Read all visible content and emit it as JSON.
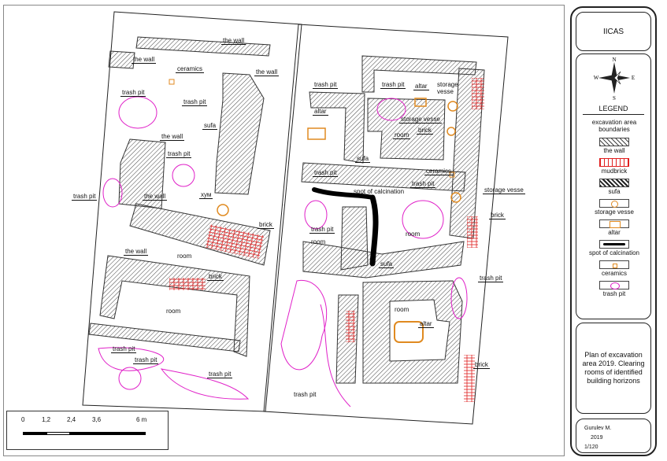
{
  "labels": [
    {
      "text": "the wall"
    },
    {
      "text": "the wall"
    },
    {
      "text": "ceramics"
    },
    {
      "text": "the wall"
    },
    {
      "text": "trash pit"
    },
    {
      "text": "trash pit"
    },
    {
      "text": "sufa"
    },
    {
      "text": "the wall"
    },
    {
      "text": "trash pit"
    },
    {
      "text": "trash pit"
    },
    {
      "text": "the wall"
    },
    {
      "text": "хум"
    },
    {
      "text": "brick"
    },
    {
      "text": "the wall"
    },
    {
      "text": "room"
    },
    {
      "text": "brick"
    },
    {
      "text": "room"
    },
    {
      "text": "trash pit"
    },
    {
      "text": "trash pit"
    },
    {
      "text": "trash pit"
    },
    {
      "text": "trash pit"
    },
    {
      "text": "trash pit"
    },
    {
      "text": "altar"
    },
    {
      "text": "storage vesse"
    },
    {
      "text": "altar"
    },
    {
      "text": "storage vesse"
    },
    {
      "text": "brick"
    },
    {
      "text": "room"
    },
    {
      "text": "sufa"
    },
    {
      "text": "trash pit"
    },
    {
      "text": "ceramics"
    },
    {
      "text": "spot of calcination"
    },
    {
      "text": "trash pit"
    },
    {
      "text": "storage vesse"
    },
    {
      "text": "trash pit"
    },
    {
      "text": "brick"
    },
    {
      "text": "room"
    },
    {
      "text": "room"
    },
    {
      "text": "sufa"
    },
    {
      "text": "trash pit"
    },
    {
      "text": "room"
    },
    {
      "text": "altar"
    },
    {
      "text": "brick"
    },
    {
      "text": "trash pit"
    }
  ],
  "scale": {
    "ticks": [
      "0",
      "1,2",
      "2,4",
      "3,6",
      "6 m"
    ]
  },
  "sidebar": {
    "org": "IICAS",
    "compass": {
      "n": "N",
      "e": "E",
      "s": "S",
      "w": "W"
    },
    "legend_title": "LEGEND",
    "legend": [
      {
        "label": "excavation area boundaries",
        "swatch": "boundary"
      },
      {
        "label": "the wall",
        "swatch": "wall"
      },
      {
        "label": "mudbrick",
        "swatch": "mudbrick"
      },
      {
        "label": "sufa",
        "swatch": "sufa"
      },
      {
        "label": "storage vesse",
        "swatch": "vessel"
      },
      {
        "label": "altar",
        "swatch": "altar"
      },
      {
        "label": "spot of calcination",
        "swatch": "calcination"
      },
      {
        "label": "ceramics",
        "swatch": "ceramics"
      },
      {
        "label": "trash pit",
        "swatch": "trashpit"
      }
    ],
    "description": "Plan of excavation area 2019. Clearing rooms of identified building horizons",
    "stamp": {
      "author": "Gurulev M.",
      "year": "2019",
      "scale": "1/120"
    }
  },
  "colors": {
    "hatch": "#444444",
    "mudbrick": "#e02020",
    "trash_pit": "#e020c8",
    "vessel": "#e08a20",
    "calcination": "#000000"
  }
}
